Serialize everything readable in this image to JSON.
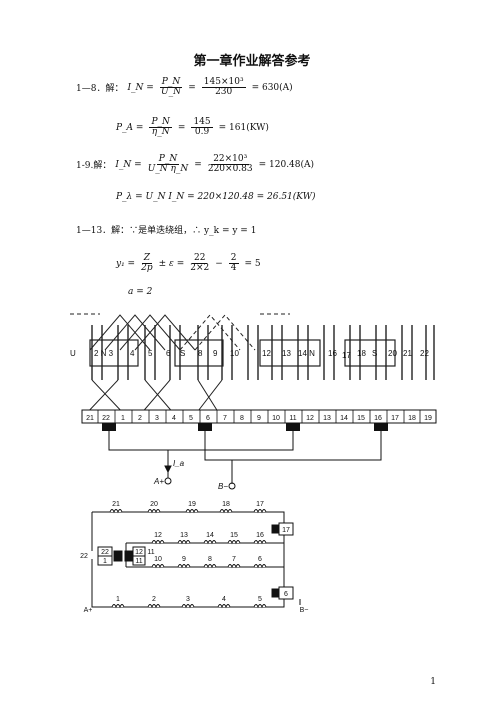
{
  "title": "第一章作业解答参考",
  "problems": {
    "p1_8": {
      "label": "1—8．解：",
      "eq1_lhs": "I_N =",
      "eq1_num": "P_N",
      "eq1_den": "U_N",
      "eq1_mid_num": "145×10³",
      "eq1_mid_den": "230",
      "eq1_result": "= 630(A)",
      "eq2_lhs": "P_A =",
      "eq2_num": "P_N",
      "eq2_den": "η_N",
      "eq2_mid_num": "145",
      "eq2_mid_den": "0.9",
      "eq2_result": "= 161(KW)"
    },
    "p1_9": {
      "label": "1-9.解：",
      "eq1_lhs": "I_N =",
      "eq1_num": "P_N",
      "eq1_den": "U_N η_N",
      "eq1_mid_num": "22×10³",
      "eq1_mid_den": "220×0.83",
      "eq1_result": "= 120.48(A)",
      "eq2": "P_λ = U_N I_N = 220×120.48 = 26.51(KW)"
    },
    "p1_13": {
      "label": "1—13．解：∵是单迭绕组，∴ y_k = y = 1",
      "eq1_lhs": "y₁ =",
      "eq1_num": "Z",
      "eq1_den": "2p",
      "eq1_pm": "± ε =",
      "eq1_mid_num": "22",
      "eq1_mid_den": "2×2",
      "eq1_minus": "−",
      "eq1_frac3_num": "2",
      "eq1_frac3_den": "4",
      "eq1_result": "= 5",
      "eq2": "a = 2"
    }
  },
  "winding_diagram": {
    "pole_labels": [
      "2 N 3",
      "4",
      "5",
      "6",
      "S",
      "8",
      "9",
      "10",
      "12",
      "13",
      "14 N",
      "16",
      "17",
      "18",
      "S",
      "20",
      "21",
      "22"
    ],
    "commutator_segments": [
      "21",
      "22",
      "1",
      "2",
      "3",
      "4",
      "5",
      "6",
      "7",
      "8",
      "9",
      "10",
      "11",
      "12",
      "13",
      "14",
      "15",
      "16",
      "17",
      "18",
      "19"
    ],
    "current_label": "I_a",
    "terminal_a": "A+",
    "terminal_b": "B−"
  },
  "circuit_diagram": {
    "top_row": [
      "21",
      "20",
      "19",
      "18",
      "17"
    ],
    "mid_row_top": [
      "12",
      "13",
      "14",
      "15",
      "16"
    ],
    "mid_row_bottom": [
      "10",
      "9",
      "8",
      "7",
      "6"
    ],
    "bottom_row": [
      "1",
      "2",
      "3",
      "4",
      "5"
    ],
    "left_box_top": "22",
    "left_box_bottom": "1",
    "center_box_top": "12",
    "center_box_bottom": "11",
    "center_label": "11",
    "right_box_top": "17",
    "right_box_bottom": "6",
    "terminal_a": "A+",
    "terminal_b": "B−"
  },
  "page_number": "1"
}
